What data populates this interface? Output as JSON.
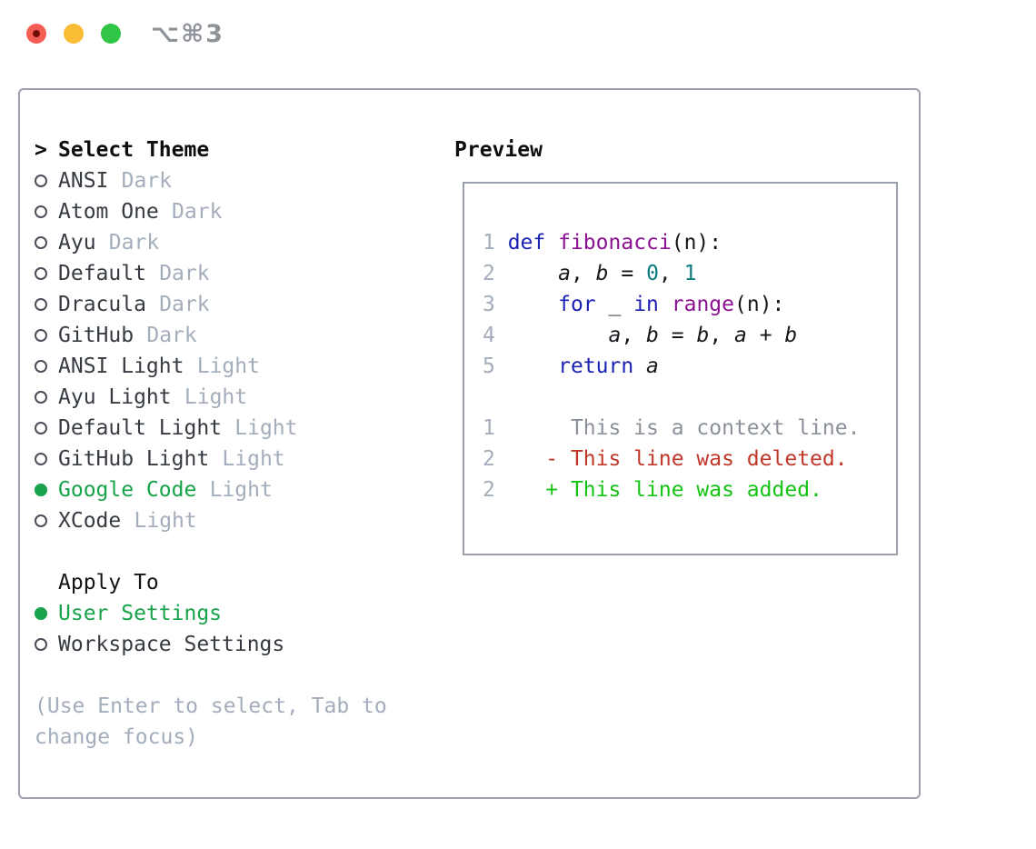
{
  "window": {
    "shortcut_label": "⌥⌘3",
    "traffic_lights": [
      {
        "name": "close-button",
        "color": "#f35d54"
      },
      {
        "name": "minimize-button",
        "color": "#f9bd35"
      },
      {
        "name": "zoom-button",
        "color": "#30c544"
      }
    ]
  },
  "theme_picker": {
    "focus_marker": ">",
    "title": "Select Theme",
    "themes": [
      {
        "name": "ANSI",
        "variant": "Dark",
        "selected": false
      },
      {
        "name": "Atom One",
        "variant": "Dark",
        "selected": false
      },
      {
        "name": "Ayu",
        "variant": "Dark",
        "selected": false
      },
      {
        "name": "Default",
        "variant": "Dark",
        "selected": false
      },
      {
        "name": "Dracula",
        "variant": "Dark",
        "selected": false
      },
      {
        "name": "GitHub",
        "variant": "Dark",
        "selected": false
      },
      {
        "name": "ANSI Light",
        "variant": "Light",
        "selected": false
      },
      {
        "name": "Ayu Light",
        "variant": "Light",
        "selected": false
      },
      {
        "name": "Default Light",
        "variant": "Light",
        "selected": false
      },
      {
        "name": "GitHub Light",
        "variant": "Light",
        "selected": false
      },
      {
        "name": "Google Code",
        "variant": "Light",
        "selected": true
      },
      {
        "name": "XCode",
        "variant": "Light",
        "selected": false
      }
    ],
    "apply_to": {
      "title": "Apply To",
      "options": [
        {
          "label": "User Settings",
          "selected": true
        },
        {
          "label": "Workspace Settings",
          "selected": false
        }
      ]
    },
    "help_text": "(Use Enter to select, Tab to change focus)"
  },
  "preview": {
    "title": "Preview",
    "code_lines": [
      {
        "ln": "1",
        "tokens": [
          {
            "t": "def",
            "c": "kw"
          },
          {
            "t": " ",
            "c": "p"
          },
          {
            "t": "fibonacci",
            "c": "fn"
          },
          {
            "t": "(n):",
            "c": "p"
          }
        ]
      },
      {
        "ln": "2",
        "tokens": [
          {
            "t": "    ",
            "c": "p"
          },
          {
            "t": "a",
            "c": "v"
          },
          {
            "t": ", ",
            "c": "p"
          },
          {
            "t": "b",
            "c": "v"
          },
          {
            "t": " = ",
            "c": "p"
          },
          {
            "t": "0",
            "c": "num"
          },
          {
            "t": ", ",
            "c": "p"
          },
          {
            "t": "1",
            "c": "num"
          }
        ]
      },
      {
        "ln": "3",
        "tokens": [
          {
            "t": "    ",
            "c": "p"
          },
          {
            "t": "for",
            "c": "kw"
          },
          {
            "t": " _ ",
            "c": "p"
          },
          {
            "t": "in",
            "c": "kw"
          },
          {
            "t": " ",
            "c": "p"
          },
          {
            "t": "range",
            "c": "fn"
          },
          {
            "t": "(n):",
            "c": "p"
          }
        ]
      },
      {
        "ln": "4",
        "tokens": [
          {
            "t": "        ",
            "c": "p"
          },
          {
            "t": "a",
            "c": "v"
          },
          {
            "t": ", ",
            "c": "p"
          },
          {
            "t": "b",
            "c": "v"
          },
          {
            "t": " = ",
            "c": "p"
          },
          {
            "t": "b",
            "c": "v"
          },
          {
            "t": ", ",
            "c": "p"
          },
          {
            "t": "a",
            "c": "v"
          },
          {
            "t": " + ",
            "c": "p"
          },
          {
            "t": "b",
            "c": "v"
          }
        ]
      },
      {
        "ln": "5",
        "tokens": [
          {
            "t": "    ",
            "c": "p"
          },
          {
            "t": "return",
            "c": "kw"
          },
          {
            "t": " ",
            "c": "p"
          },
          {
            "t": "a",
            "c": "v"
          }
        ]
      }
    ],
    "diff_lines": [
      {
        "ln": "1",
        "tokens": [
          {
            "t": "     This is a context line.",
            "c": "ctx"
          }
        ]
      },
      {
        "ln": "2",
        "tokens": [
          {
            "t": "   ",
            "c": "p"
          },
          {
            "t": "- This line was deleted.",
            "c": "del"
          }
        ]
      },
      {
        "ln": "2",
        "tokens": [
          {
            "t": "   ",
            "c": "p"
          },
          {
            "t": "+ This line was added.",
            "c": "add"
          }
        ]
      }
    ]
  },
  "colors": {
    "accent_green": "#16a34a",
    "border_gray": "#9aa1ad",
    "muted_gray": "#a4adbb",
    "item_text": "#363b42",
    "keyword_blue": "#1b21b3",
    "function_purple": "#8a118f",
    "number_teal": "#0d7a80",
    "line_number_gray": "#a4adbb",
    "context_gray": "#8b919b",
    "diff_deleted_red": "#c0372a",
    "diff_added_green": "#15c315",
    "traffic_red": "#f35d54",
    "traffic_yellow": "#f9bd35",
    "traffic_green": "#30c544",
    "shortcut_gray": "#8e939a"
  }
}
